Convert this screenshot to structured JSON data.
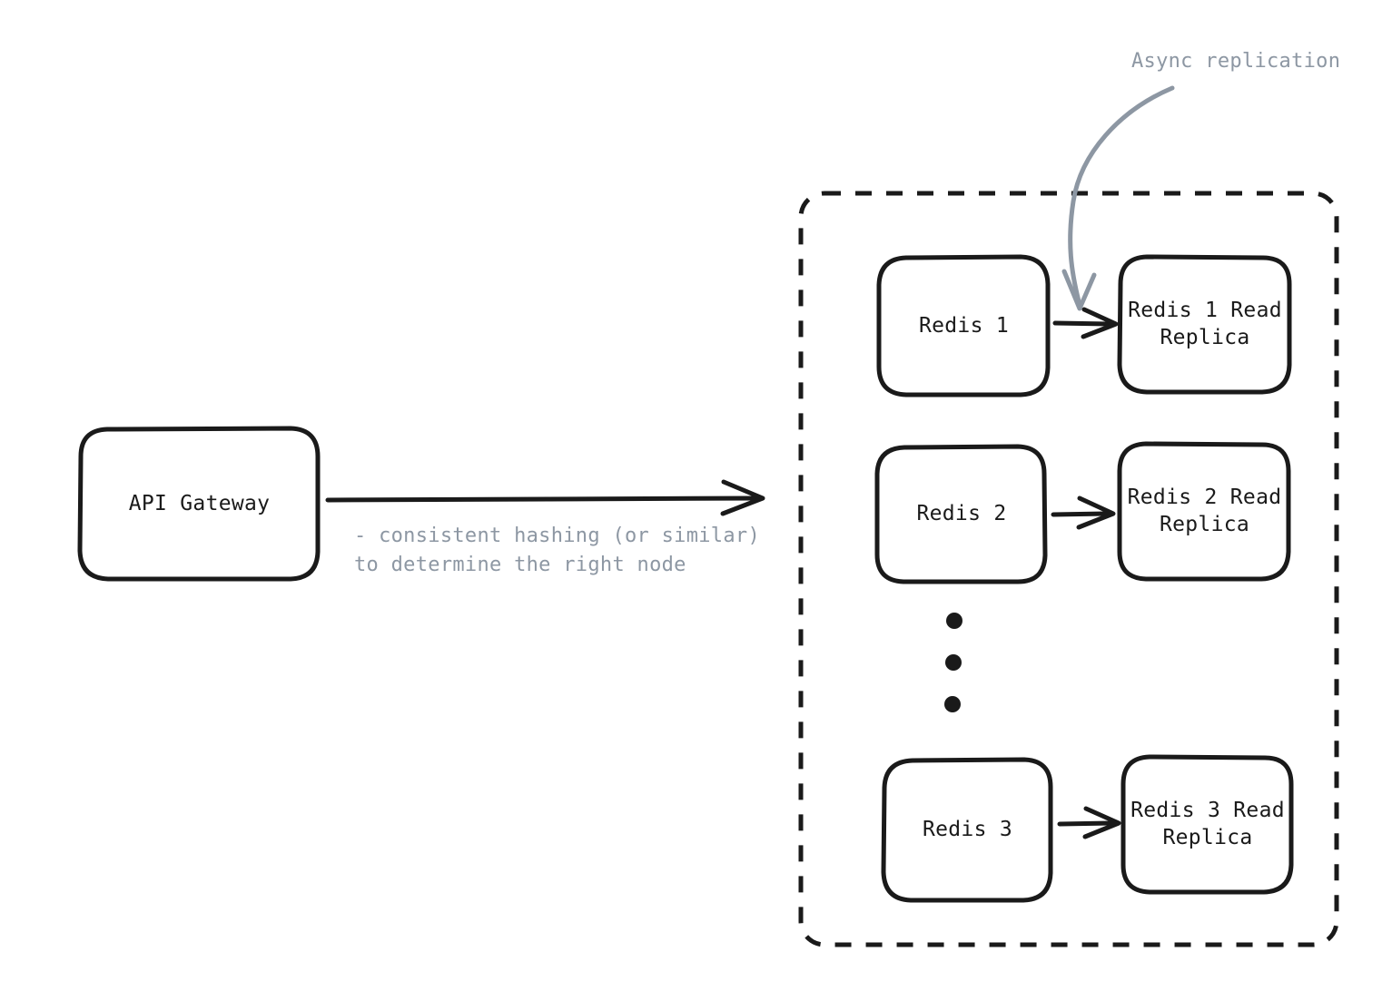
{
  "diagram": {
    "title": "Redis cluster replication diagram",
    "background_color": "#ffffff",
    "stroke_color": "#1a1a1a",
    "annotation_color": "#8d97a3",
    "nodes": [
      {
        "id": "api-gateway",
        "label": "API Gateway"
      },
      {
        "id": "redis-1",
        "label": "Redis 1"
      },
      {
        "id": "redis-1-replica",
        "label": "Redis 1 Read\nReplica"
      },
      {
        "id": "redis-2",
        "label": "Redis 2"
      },
      {
        "id": "redis-2-replica",
        "label": "Redis 2 Read\nReplica"
      },
      {
        "id": "redis-3",
        "label": "Redis 3"
      },
      {
        "id": "redis-3-replica",
        "label": "Redis 3 Read\nReplica"
      }
    ],
    "annotations": [
      {
        "id": "async-replication",
        "text": "Async replication"
      },
      {
        "id": "consistent-hashing",
        "text": "- consistent hashing (or similar)\nto determine the right node"
      }
    ],
    "ellipsis": {
      "id": "vertical-ellipsis",
      "dots": 3
    },
    "cluster": {
      "id": "redis-cluster-group",
      "border_style": "dashed"
    }
  }
}
